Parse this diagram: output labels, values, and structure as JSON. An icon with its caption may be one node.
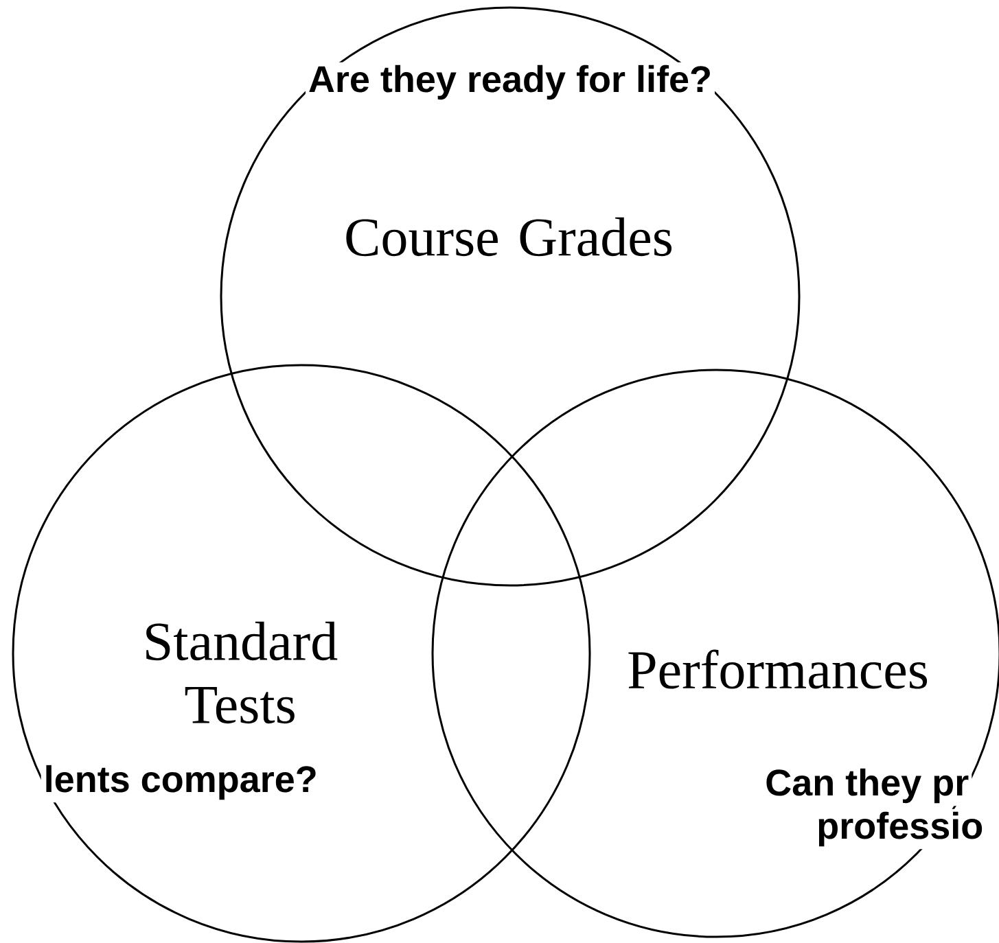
{
  "diagram": {
    "nodes": [
      {
        "text": [
          "Course Grades"
        ]
      },
      {
        "text": [
          "Standard Tests"
        ]
      },
      {
        "text": [
          "Performances"
        ]
      }
    ],
    "labels": [
      "Are they ready for life?",
      "lents compare?",
      "Can they pr",
      "professio"
    ]
  }
}
